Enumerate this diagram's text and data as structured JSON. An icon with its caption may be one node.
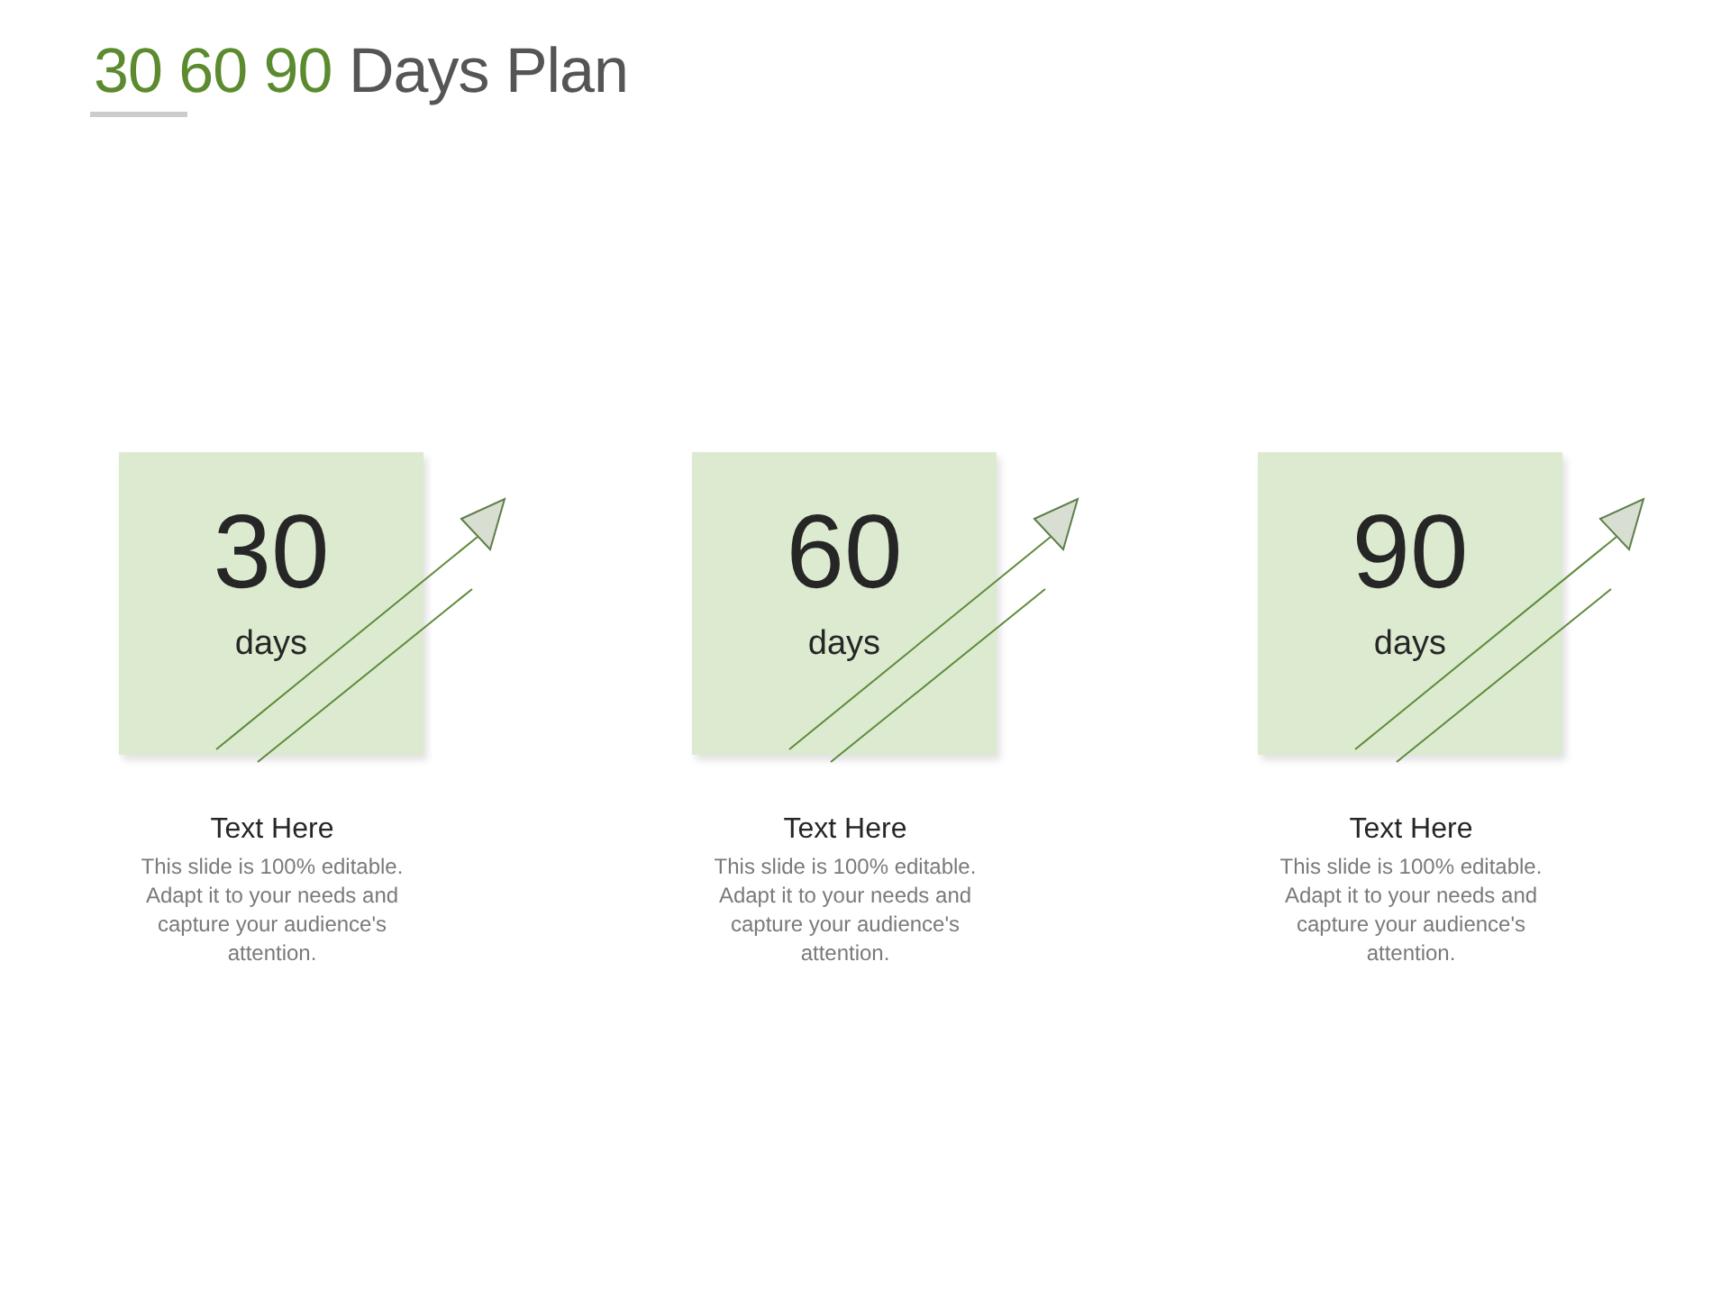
{
  "diagram": {
    "title": "30 60 90 Days Plan",
    "nodes": [
      {
        "text": [
          "30",
          "days"
        ],
        "beside": [
          "Text Here",
          "This slide is 100% editable. Adapt it to your needs and capture your audience's attention."
        ]
      },
      {
        "text": [
          "60",
          "days"
        ],
        "beside": [
          "Text Here",
          "This slide is 100% editable. Adapt it to your needs and capture your audience's attention."
        ]
      },
      {
        "text": [
          "90",
          "days"
        ],
        "beside": [
          "Text Here",
          "This slide is 100% editable. Adapt it to your needs and capture your audience's attention."
        ]
      }
    ]
  }
}
